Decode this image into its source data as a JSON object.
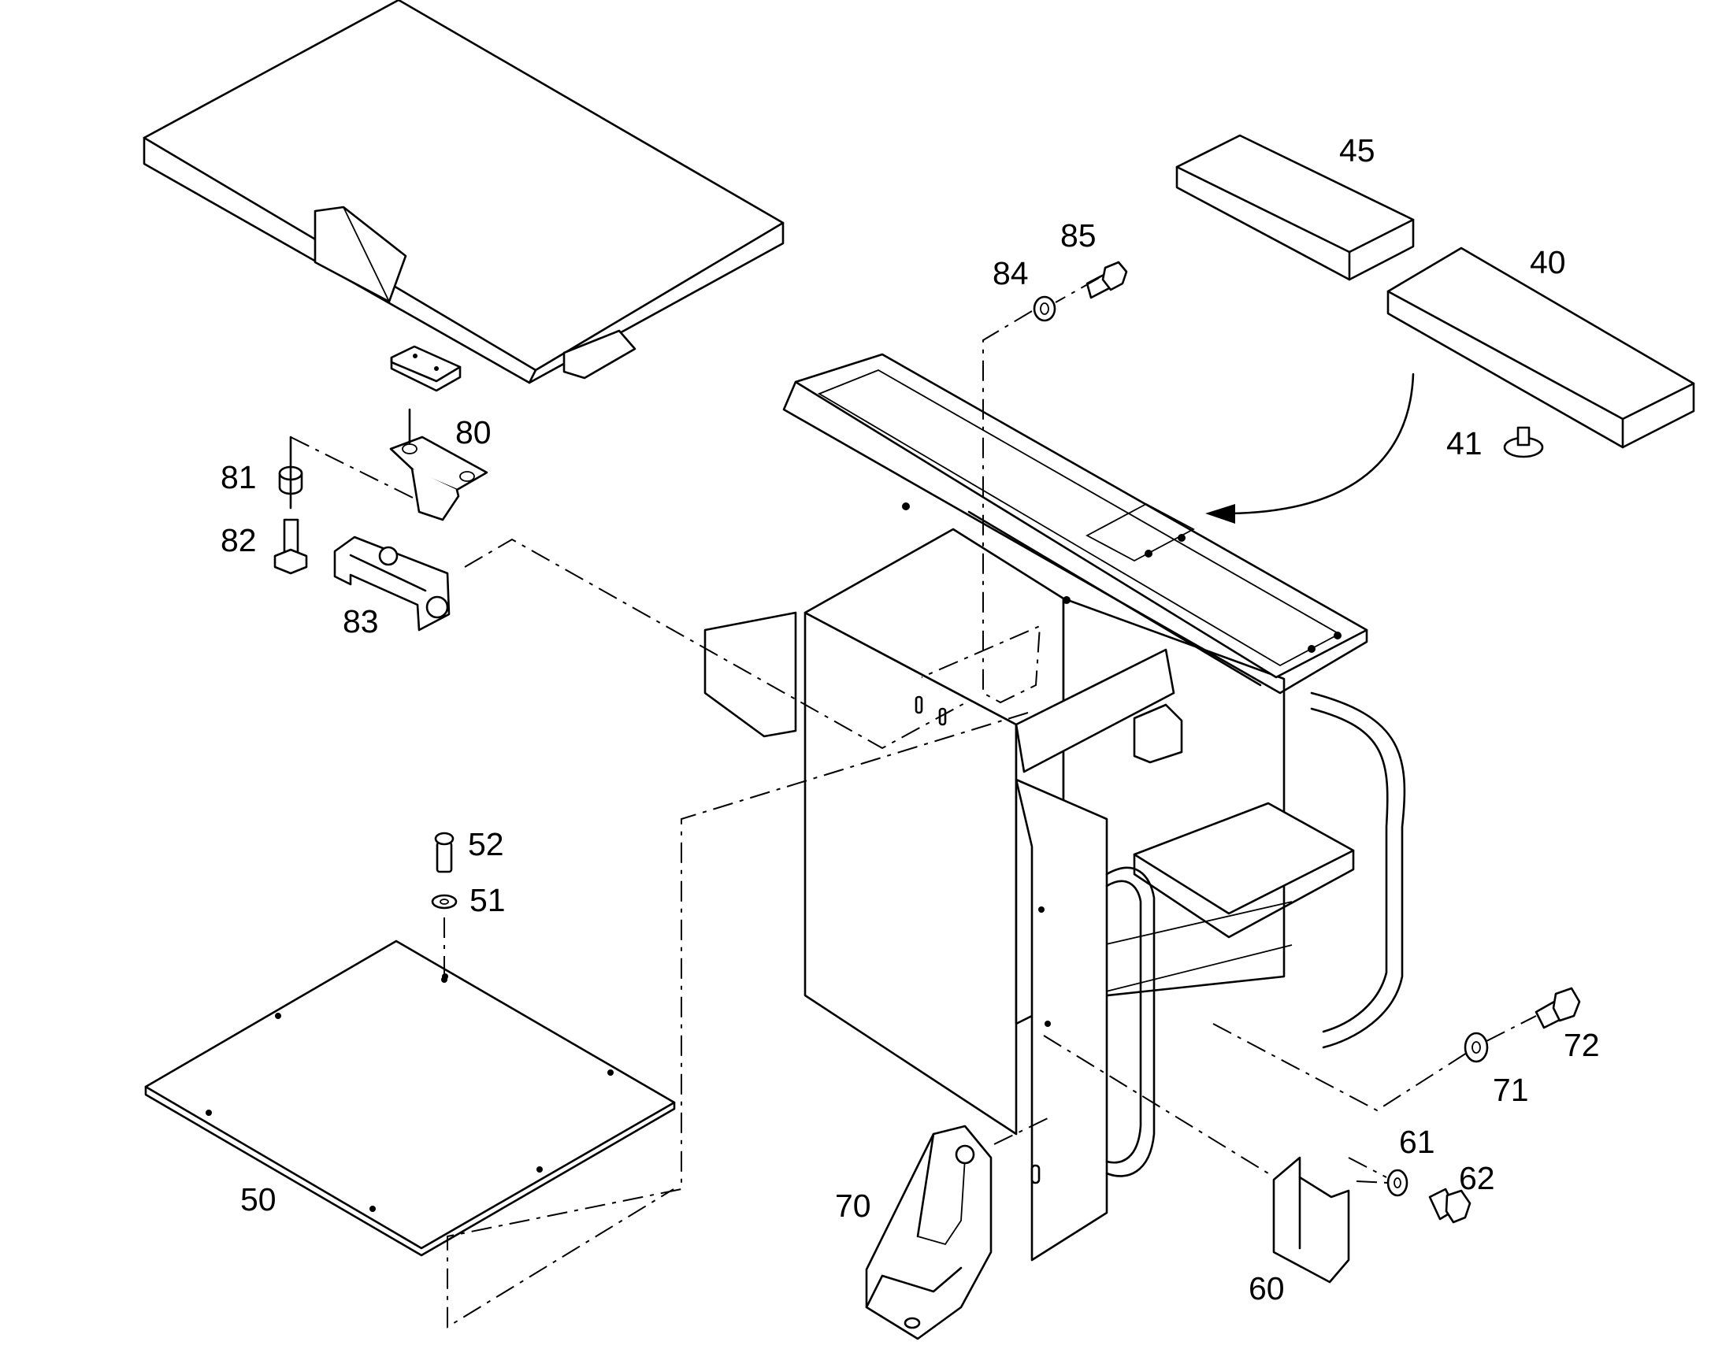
{
  "diagram": {
    "callouts": {
      "c40": "40",
      "c41": "41",
      "c45": "45",
      "c50": "50",
      "c51": "51",
      "c52": "52",
      "c60": "60",
      "c61": "61",
      "c62": "62",
      "c70": "70",
      "c71": "71",
      "c72": "72",
      "c80": "80",
      "c81": "81",
      "c82": "82",
      "c83": "83",
      "c84": "84",
      "c85": "85"
    }
  }
}
